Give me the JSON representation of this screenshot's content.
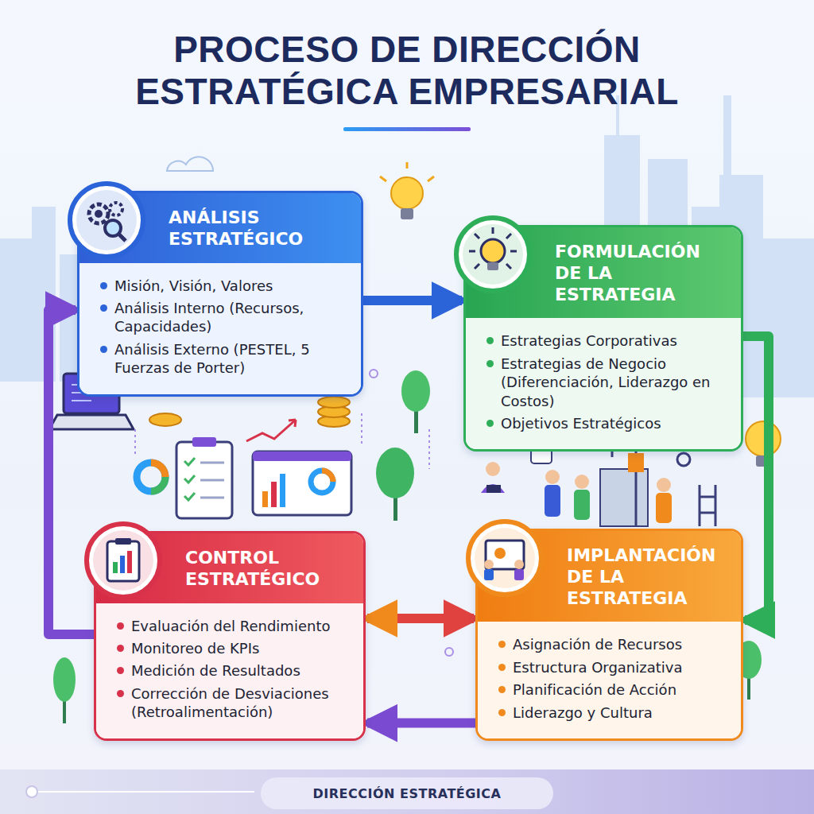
{
  "diagram": {
    "title": "PROCESO DE DIRECCIÓN ESTRATÉGICA EMPRESARIAL",
    "caption": "DIRECCIÓN ESTRATÉGICA",
    "nodes": [
      {
        "text": [
          "ANÁLISIS ESTRATÉGICO",
          "Misión, Visión, Valores",
          "Análisis Interno (Recursos, Capacidades)",
          "Análisis Externo (PESTEL, 5 Fuerzas de Porter)"
        ]
      },
      {
        "text": [
          "FORMULACIÓN DE LA ESTRATEGIA",
          "Estrategias Corporativas",
          "Estrategias de Negocio (Diferenciación, Liderazgo en Costos)",
          "Objetivos Estratégicos"
        ]
      },
      {
        "text": [
          "CONTROL ESTRATÉGICO",
          "Evaluación del Rendimiento",
          "Monitoreo de KPIs",
          "Medición de Resultados",
          "Corrección de Desviaciones (Retroalimentación)"
        ]
      },
      {
        "text": [
          "IMPLANTACIÓN DE LA ESTRATEGIA",
          "Asignación de Recursos",
          "Estructura Organizativa",
          "Planificación de Acción",
          "Liderazgo y Cultura"
        ]
      }
    ],
    "edges": [
      {
        "from": 0,
        "to": 1,
        "arrow": "to"
      },
      {
        "from": 1,
        "to": 3,
        "arrow": "to"
      },
      {
        "from": 3,
        "to": 2,
        "arrow": "both"
      },
      {
        "from": 3,
        "to": 2,
        "arrow": "to"
      },
      {
        "from": 2,
        "to": 0,
        "arrow": "to"
      }
    ]
  }
}
